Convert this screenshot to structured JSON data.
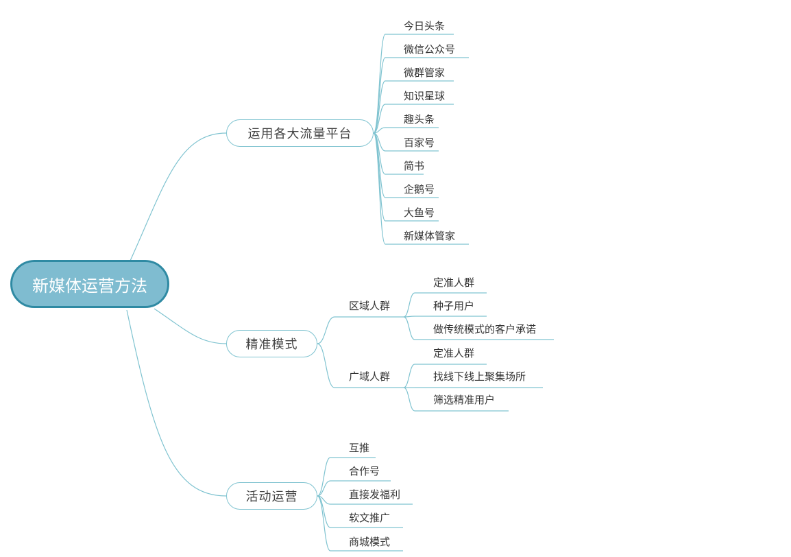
{
  "root": {
    "label": "新媒体运营方法"
  },
  "branches": [
    {
      "label": "运用各大流量平台",
      "children": [
        "今日头条",
        "微信公众号",
        "微群管家",
        "知识星球",
        "趣头条",
        "百家号",
        "简书",
        "企鹅号",
        "大鱼号",
        "新媒体管家"
      ]
    },
    {
      "label": "精准模式",
      "subgroups": [
        {
          "label": "区域人群",
          "children": [
            "定准人群",
            "种子用户",
            "做传统模式的客户承诺"
          ]
        },
        {
          "label": "广域人群",
          "children": [
            "定准人群",
            "找线下线上聚集场所",
            "筛选精准用户"
          ]
        }
      ]
    },
    {
      "label": "活动运营",
      "children": [
        "互推",
        "合作号",
        "直接发福利",
        "软文推广",
        "商城模式"
      ]
    }
  ],
  "colors": {
    "line": "#7fc3d0",
    "root_fill": "#7fbcd0",
    "root_border": "#2f8aa3"
  }
}
